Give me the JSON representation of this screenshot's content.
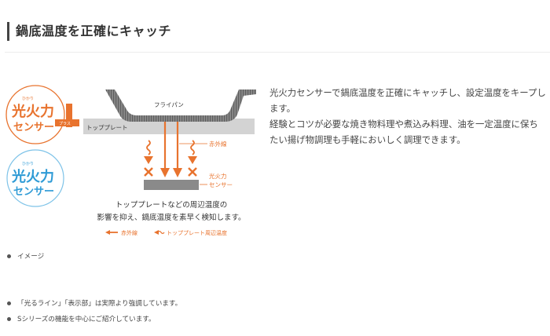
{
  "section": {
    "title": "鍋底温度を正確にキャッチ"
  },
  "badges": {
    "plus": {
      "ruby": "ひかり",
      "line1": "光火力",
      "line2": "センサー",
      "plus_label": "プラス",
      "color": "#e8732e"
    },
    "standard": {
      "ruby": "ひかり",
      "line1": "光火力",
      "line2": "センサー",
      "color": "#2f9bd6"
    }
  },
  "diagram": {
    "pan_label": "フライパン",
    "plate_label": "トッププレート",
    "infrared_label": "赤外線",
    "sensor_label_1": "光火力",
    "sensor_label_2": "センサー",
    "caption_line1": "トッププレートなどの周辺温度の",
    "caption_line2": "影響を抑え、鍋底温度を素早く検知します。",
    "legend_infrared": "赤外線",
    "legend_ambient": "トッププレート周辺温度",
    "accent_color": "#e8732e"
  },
  "description": {
    "paragraph1": "光火力センサーで鍋底温度を正確にキャッチし、設定温度をキープします。",
    "paragraph2": "経験とコツが必要な焼き物料理や煮込み料理、油を一定温度に保ちたい揚げ物調理も手軽においしく調理できます。"
  },
  "notes": {
    "image_note": "イメージ",
    "items": [
      "「光るライン」「表示部」は実際より強調しています。",
      "Sシリーズの機能を中心にご紹介しています。"
    ]
  }
}
